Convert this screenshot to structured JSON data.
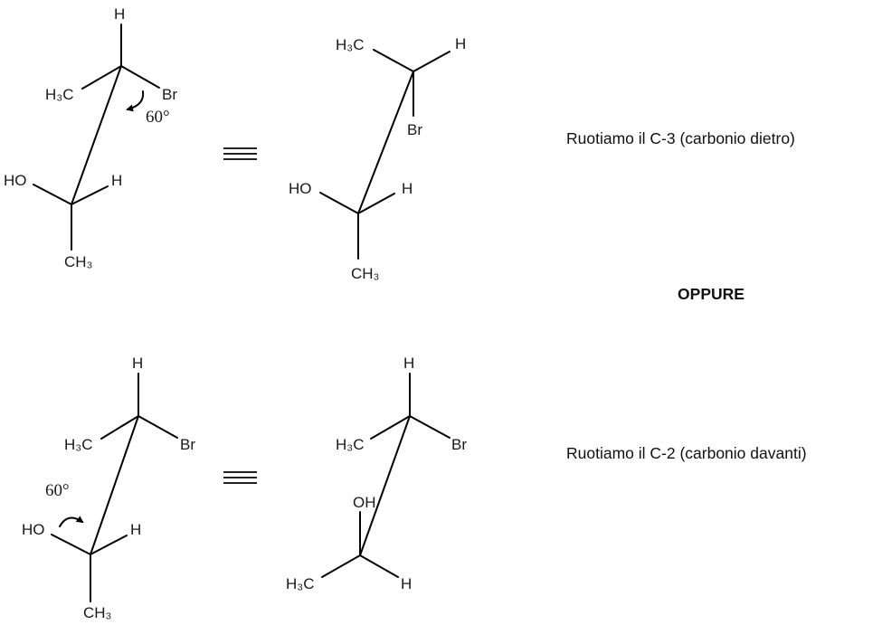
{
  "labels": {
    "h": "H",
    "br": "Br",
    "h3c": "H₃C",
    "ch3": "CH₃",
    "ho": "HO",
    "oh": "OH",
    "angle": "60°"
  },
  "notes": {
    "top": "Ruotiamo il C-3 (carbonio dietro)",
    "or": "OPPURE",
    "bottom": "Ruotiamo il C-2 (carbonio davanti)"
  }
}
